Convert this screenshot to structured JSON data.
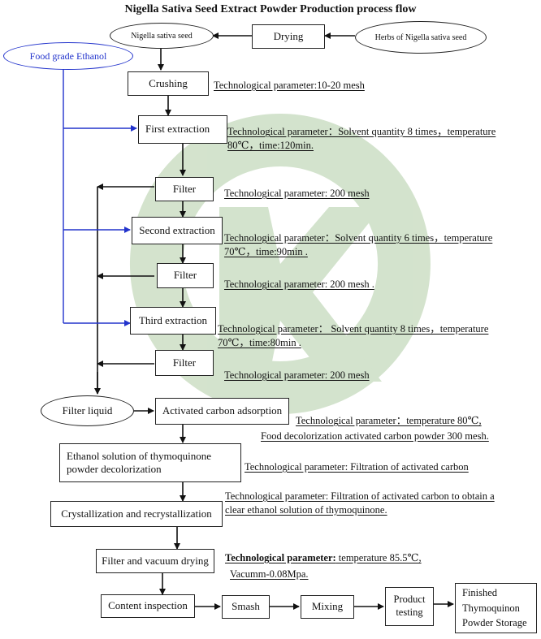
{
  "title": "Nigella Sativa Seed Extract Powder Production process flow",
  "nodes": {
    "seed": "Nigella sativa seed",
    "drying": "Drying",
    "herbs": "Herbs of Nigella sativa seed",
    "ethanol": "Food grade Ethanol",
    "crushing": "Crushing",
    "first_extraction": "First extraction",
    "filter1": "Filter",
    "second_extraction": "Second extraction",
    "filter2": "Filter",
    "third_extraction": "Third extraction",
    "filter3": "Filter",
    "filter_liquid": "Filter liquid",
    "carbon_adsorption": "Activated carbon adsorption",
    "ethanol_solution": "Ethanol solution of thymoquinone powder decolorization",
    "crystallization": "Crystallization and recrystallization",
    "vacuum_drying": "Filter and vacuum drying",
    "content_inspection": "Content inspection",
    "smash": "Smash",
    "mixing": "Mixing",
    "product_testing": "Product testing",
    "storage": "Finished Thymoquinon Powder Storage"
  },
  "params": {
    "crushing": "Technological parameter:10-20 mesh",
    "first_extraction": "Technological parameter：Solvent quantity 8 times，temperature 80℃，time:120min.",
    "filter1": "Technological parameter: 200 mesh",
    "second_extraction": "Technological parameter：Solvent quantity 6 times，temperature 70℃，time:90min .",
    "filter2": "Technological parameter: 200 mesh .",
    "third_extraction": "Technological parameter： Solvent quantity 8 times，temperature 70℃，time:80min .",
    "filter3": "Technological parameter: 200 mesh",
    "carbon_line1": "Technological parameter：temperature 80℃,",
    "carbon_line2": "Food decolorization activated carbon powder 300 mesh.",
    "ethanol_solution": "Technological parameter: Filtration of activated carbon",
    "crystallization": "Technological parameter: Filtration of activated carbon to obtain a clear ethanol solution of thymoquinone.",
    "drying_label": "Technological parameter:",
    "drying_value": " temperature 85.5℃,",
    "drying_line2": "Vacumm-0.08Mpa."
  },
  "colors": {
    "line": "#111111",
    "ethanol_line": "#2233cc",
    "watermark": "#cfe0c8"
  },
  "icons": {
    "watermark": "green-circle-logo-watermark"
  }
}
